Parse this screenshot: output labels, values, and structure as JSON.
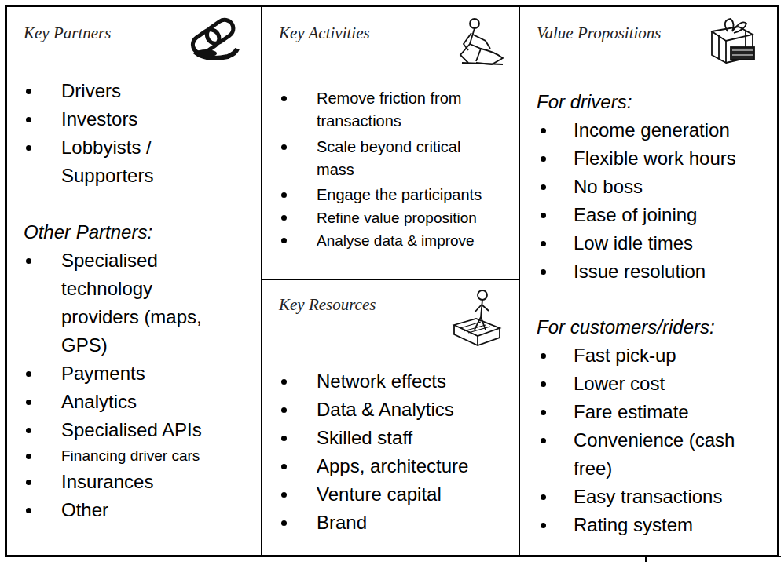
{
  "diagram": {
    "nodes": [
      {
        "text": [
          "Key Partners",
          "Drivers",
          "Investors",
          "Lobbyists / Supporters",
          "Other Partners:",
          "Specialised technology providers (maps, GPS)",
          "Payments",
          "Analytics",
          "Specialised APIs",
          "Financing driver cars",
          "Insurances",
          "Other"
        ]
      },
      {
        "text": [
          "Key Activities",
          "Remove friction from transactions",
          "Scale beyond critical mass",
          "Engage the participants",
          "Refine value proposition",
          "Analyse data & improve"
        ]
      },
      {
        "text": [
          "Key Resources",
          "Network effects",
          "Data & Analytics",
          "Skilled staff",
          "Apps, architecture",
          "Venture capital",
          "Brand"
        ]
      },
      {
        "text": [
          "Value Propositions",
          "For drivers:",
          "Income generation",
          "Flexible work hours",
          "No boss",
          "Ease of joining",
          "Low idle times",
          "Issue resolution",
          "For customers/riders:",
          "Fast pick-up",
          "Lower cost",
          "Fare estimate",
          "Convenience (cash free)",
          "Easy transactions",
          "Rating system"
        ]
      }
    ]
  }
}
